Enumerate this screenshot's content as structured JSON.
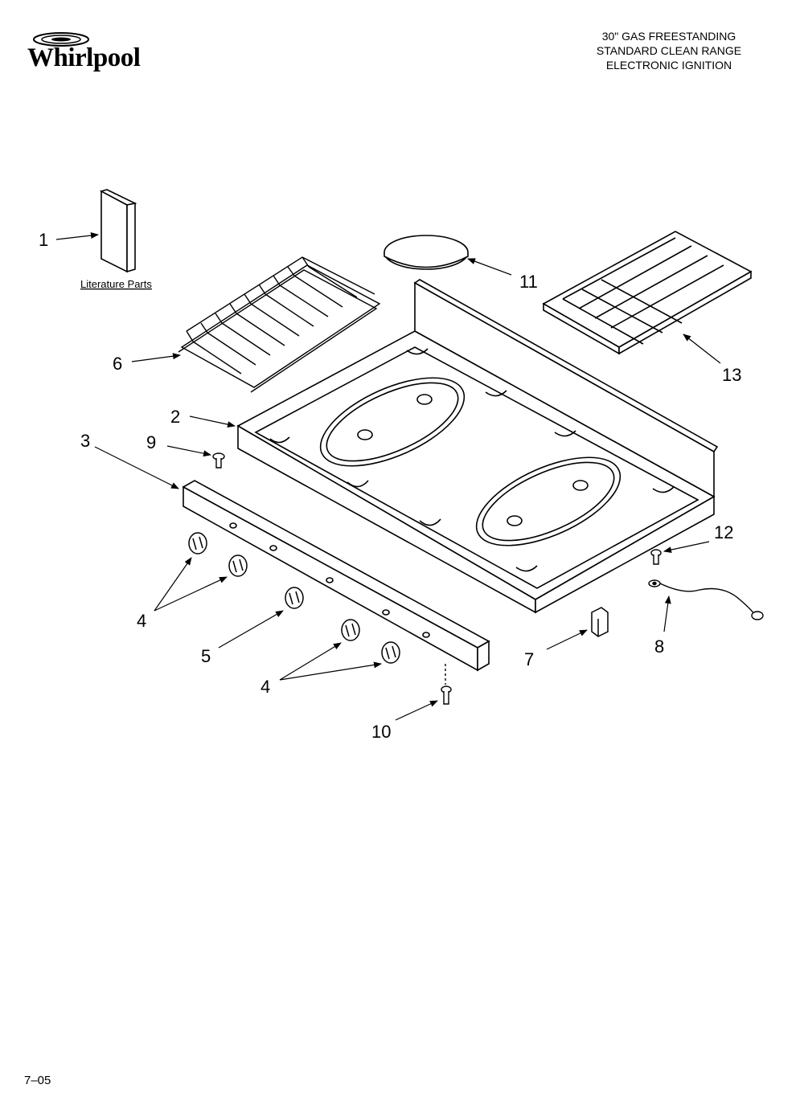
{
  "brand": {
    "name": "Whirlpool"
  },
  "title_lines": [
    "30\" GAS FREESTANDING",
    "STANDARD CLEAN RANGE",
    "ELECTRONIC IGNITION"
  ],
  "literature_label": "Literature Parts",
  "callouts": {
    "c1": "1",
    "c2": "2",
    "c3": "3",
    "c4a": "4",
    "c4b": "4",
    "c5": "5",
    "c6": "6",
    "c7": "7",
    "c8": "8",
    "c9": "9",
    "c10": "10",
    "c11": "11",
    "c12": "12",
    "c13": "13"
  },
  "page_code": "7–05"
}
